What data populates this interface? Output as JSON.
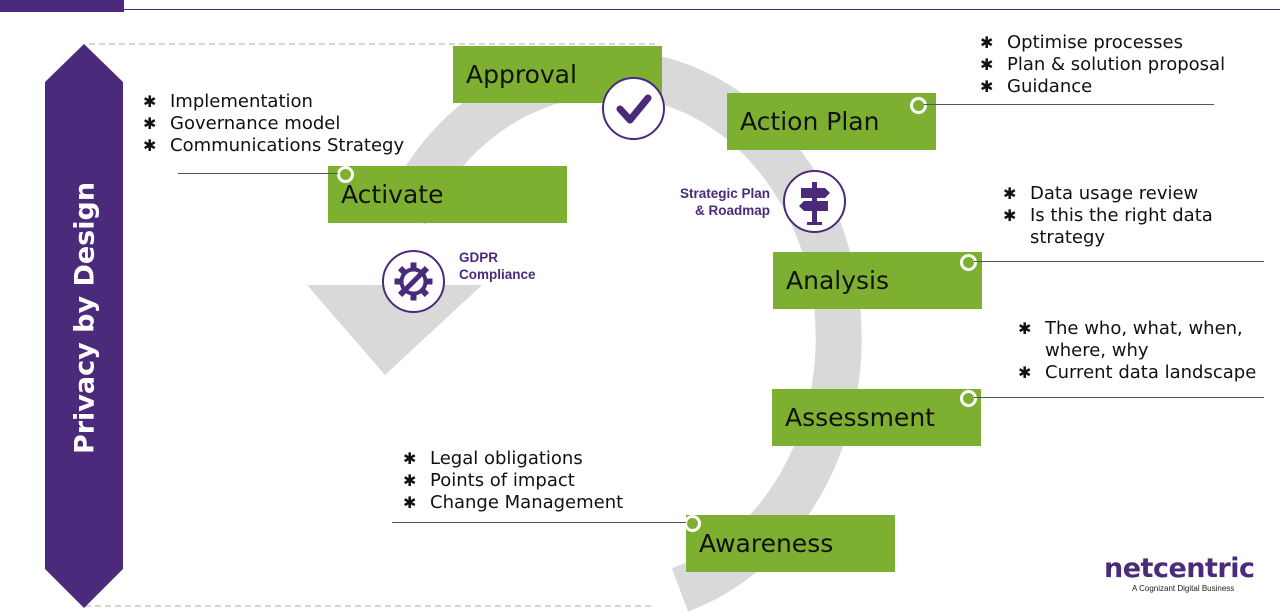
{
  "sidebar": {
    "label": "Privacy by Design"
  },
  "stages": {
    "approval": "Approval",
    "action_plan": "Action Plan",
    "activate": "Activate",
    "analysis": "Analysis",
    "assessment": "Assessment",
    "awareness": "Awareness"
  },
  "bullets": {
    "activate": [
      "Implementation",
      "Governance model",
      "Communications Strategy"
    ],
    "action_plan": [
      "Optimise processes",
      "Plan & solution proposal",
      "Guidance"
    ],
    "analysis": [
      "Data usage review",
      "Is this the right data",
      "strategy"
    ],
    "assessment": [
      "The who, what, when,",
      "where, why",
      "Current data landscape"
    ],
    "awareness": [
      "Legal obligations",
      "Points of impact",
      "Change Management"
    ]
  },
  "labels": {
    "strategic_line1": "Strategic Plan",
    "strategic_line2": "& Roadmap",
    "gdpr_line1": "GDPR",
    "gdpr_line2": "Compliance"
  },
  "icons": {
    "approval": "checkmark-icon",
    "strategic": "signpost-icon",
    "gdpr": "gear-wrench-icon"
  },
  "logo": {
    "name": "netcentric",
    "tagline": "A Cognizant Digital Business"
  },
  "colors": {
    "purple": "#4b2a7b",
    "green": "#7db030",
    "arrow": "#d9d9d9"
  }
}
